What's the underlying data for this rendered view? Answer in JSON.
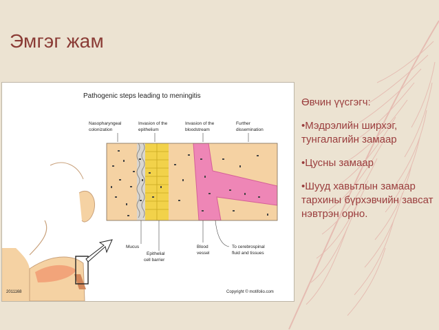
{
  "slide": {
    "title": "Эмгэг жам",
    "text_items": [
      "Өвчин үүсгэгч:",
      "•Мэдрэлийн ширхэг, тунгалагийн замаар",
      "•Цусны замаар",
      "•Шууд хавьтлын замаар тархины бүрхэвчийн завсат нэвтрэн орно."
    ]
  },
  "figure": {
    "title": "Pathogenic steps leading to meningitis",
    "top_labels": [
      [
        "Nasopharyngeal",
        "colonization"
      ],
      [
        "Invasion of the",
        "epithelium"
      ],
      [
        "Invasion of the",
        "bloodstream"
      ],
      [
        "Further",
        "dissemination"
      ]
    ],
    "bottom_labels": [
      [
        "Mucus"
      ],
      [
        "Epithelial",
        "cell barrier"
      ],
      [
        "Blood",
        "vessel"
      ],
      [
        "To cerebrospinal",
        "fluid and tissues"
      ]
    ],
    "id_code": "2011168",
    "copyright": "Copyright © motifolio.com",
    "colors": {
      "tissue": "#f5d2a3",
      "epithelium": "#f2d24a",
      "vessel": "#ee86b6",
      "accent": "#8a3b35"
    }
  }
}
